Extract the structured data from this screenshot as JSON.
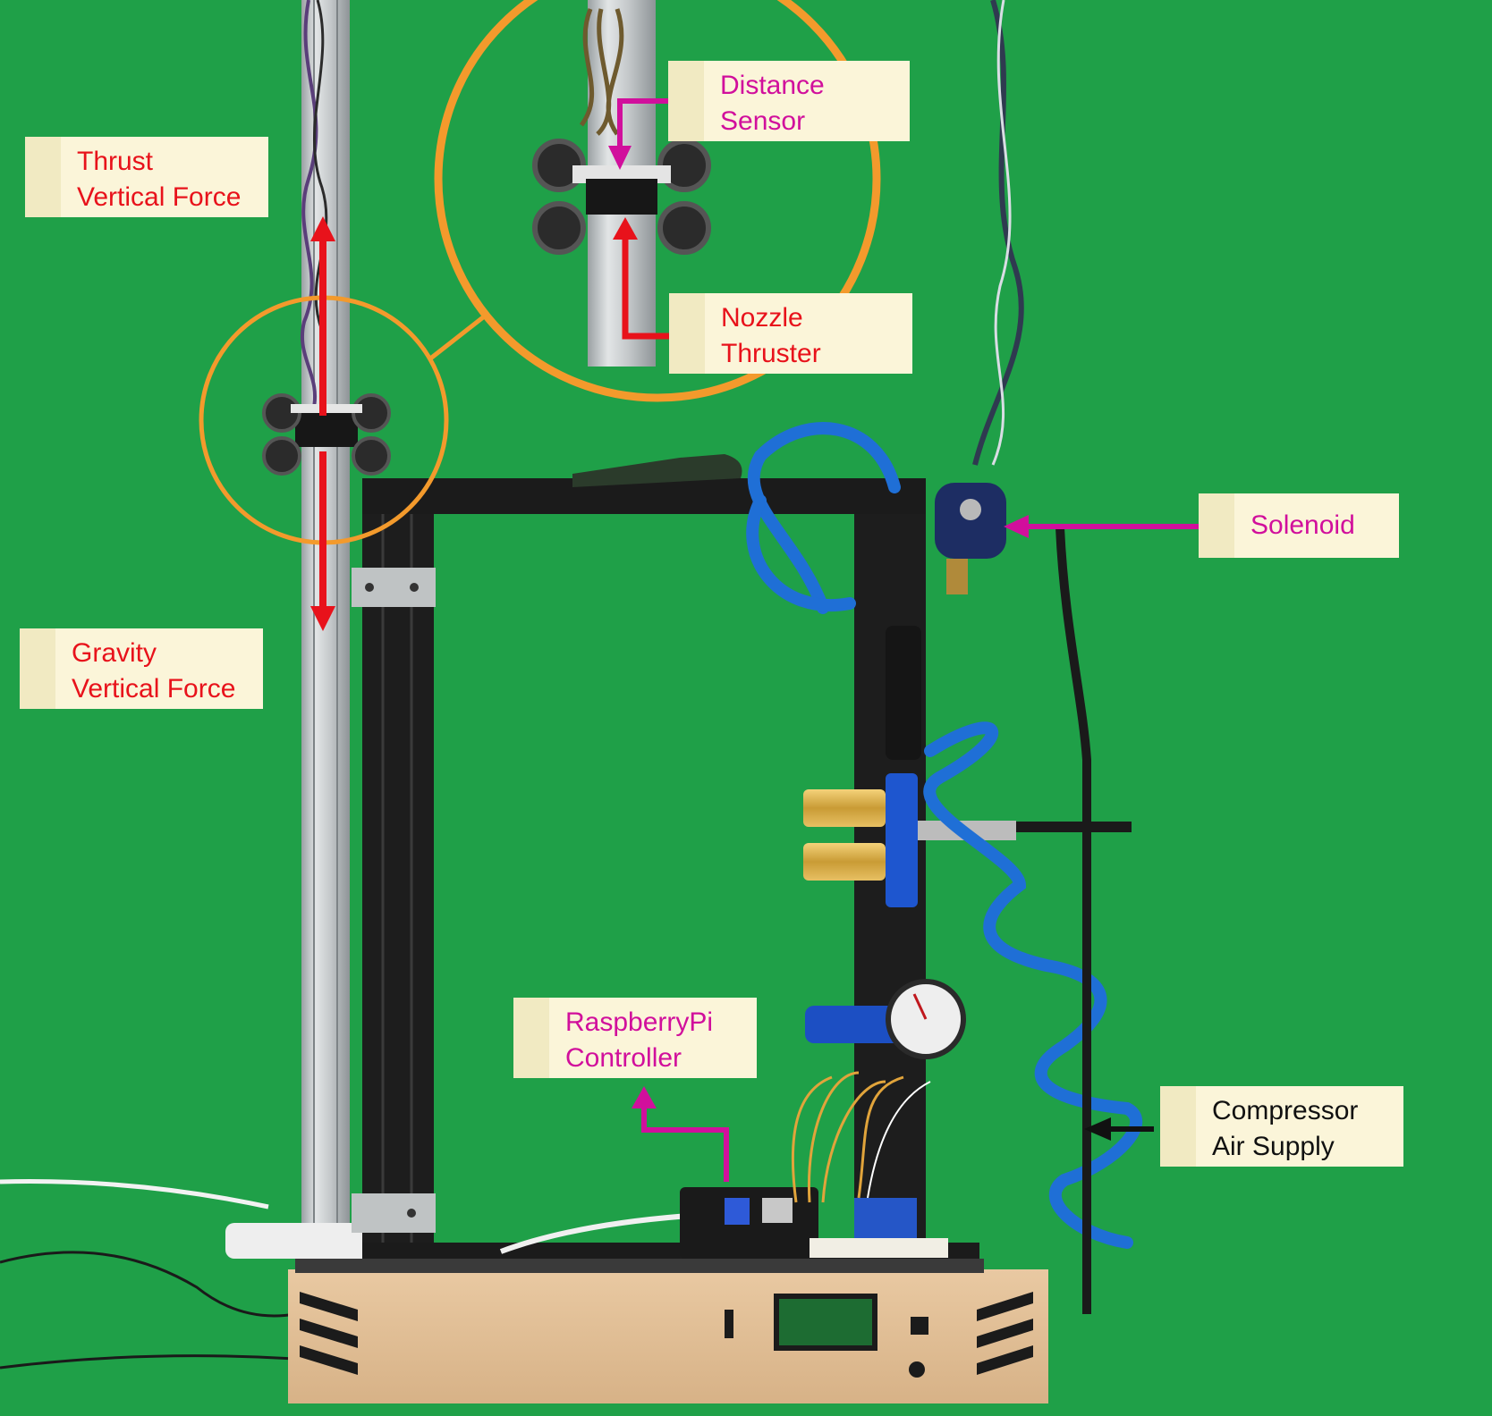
{
  "labels": {
    "thrust": {
      "line1": "Thrust",
      "line2": "Vertical Force"
    },
    "gravity": {
      "line1": "Gravity",
      "line2": "Vertical Force"
    },
    "distance_sensor": {
      "line1": "Distance",
      "line2": "Sensor"
    },
    "nozzle_thruster": {
      "line1": "Nozzle",
      "line2": "Thruster"
    },
    "solenoid": {
      "line1": "Solenoid"
    },
    "raspberry_pi": {
      "line1": "RaspberryPi",
      "line2": "Controller"
    },
    "compressor": {
      "line1": "Compressor",
      "line2": "Air Supply"
    }
  },
  "colors": {
    "background": "#1fa048",
    "force_arrow": "#e8121b",
    "component_arrow": "#d10f9c",
    "callout_circle": "#f39a2c",
    "air_hose": "#1f6fd6",
    "label_box": "#fbf5d9"
  }
}
